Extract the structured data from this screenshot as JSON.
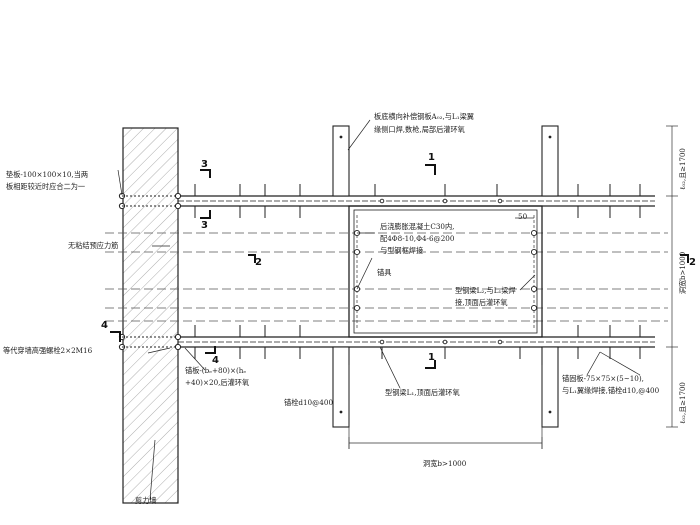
{
  "labels": {
    "plate_transverse": [
      "板底横向补偿钢板A₀₂,与L₁梁翼",
      "缘侧口焊,数枪,局部后灌环氧"
    ],
    "pad_plate": [
      "垫板-100×100×10,当两",
      "板相距较近时应合二为一"
    ],
    "post_cast": [
      "后浇膨胀混凝土C30内,",
      "配4Φ8-10,Φ4-6@200",
      "与型钢框焊接"
    ],
    "anchor": "锚具",
    "unbonded_tendon": "无粘结预应力筋",
    "steel_beam_l2": [
      "型钢梁L₂,与L₁梁焊",
      "接,顶面后灌环氧"
    ],
    "equiv_bolt": "等代穿墙高强螺栓2×2M16",
    "anchor_plate": [
      "锚板-(bₑ+80)×(hₑ",
      "+40)×20,后灌环氧"
    ],
    "anchor_bolt": "锚栓d10@400",
    "steel_beam_l1": "型钢梁L₁,顶面后灌环氧",
    "angle_plate": [
      "锚固板-75×75×(5~10),",
      "与L₁翼缘焊接,锚栓d10,@400"
    ],
    "shear_wall": "剪力墙",
    "dim_50": "50",
    "hole_width_bottom": "洞宽b>1000",
    "hole_width_right": "洞宽b>1000",
    "dim_top": "ℓ₀₂,且≥1700",
    "dim_bottom": "ℓ₀₂,且≥1700"
  },
  "section_marks": {
    "m1_top": "1",
    "m1_bottom": "1",
    "m2_left": "2",
    "m2_right": "2",
    "m3_top": "3",
    "m3_bottom": "3",
    "m4_left": "4",
    "m4_right": "4"
  }
}
